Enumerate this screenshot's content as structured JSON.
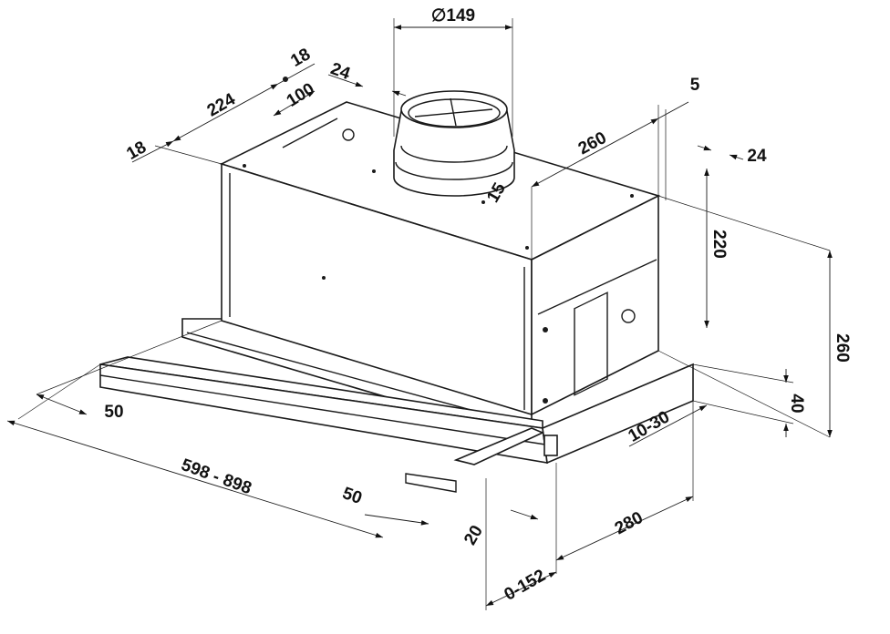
{
  "drawing": {
    "title": "Telescopic cooker hood dimensions",
    "dimensions": {
      "duct_diameter": "∅149",
      "top_18_right": "18",
      "top_24_left": "24",
      "top_224": "224",
      "top_100": "100",
      "top_18_left": "18",
      "right_5": "5",
      "right_260_depth": "260",
      "right_24": "24",
      "duct_offset_15": "15",
      "body_height_220": "220",
      "total_height_260": "260",
      "visor_height_40": "40",
      "visor_10_30": "10-30",
      "left_50": "50",
      "width_598_898": "598 - 898",
      "front_50": "50",
      "front_20": "20",
      "depth_280": "280",
      "extension_0_152": "0-152"
    }
  }
}
